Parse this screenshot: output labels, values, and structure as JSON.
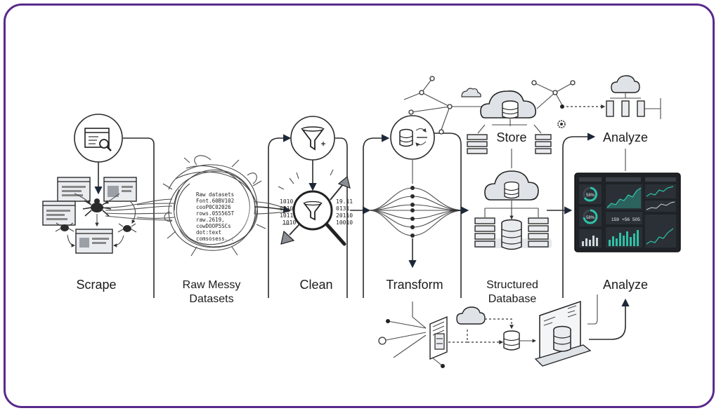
{
  "stages": {
    "scrape": "Scrape",
    "raw_line1": "Raw Messy",
    "raw_line2": "Datasets",
    "clean": "Clean",
    "transform": "Transform",
    "store": "Store",
    "structured_line1": "Structured",
    "structured_line2": "Database",
    "analyze_top": "Analyze",
    "analyze_bottom": "Analyze"
  },
  "raw_text": [
    "Raw datasets",
    "Font.60BV102",
    "cooP0C02026",
    "rows.055565T",
    "raw.2619,",
    "cowDOOP5SCs",
    "dot:text",
    "comsosess..."
  ],
  "clean_binary_left": [
    "1010",
    "0010",
    "1011",
    "1010"
  ],
  "clean_binary_right": [
    "19.11",
    "0131",
    "20110",
    "10010"
  ],
  "dashboard": {
    "gauge1": "58%",
    "gauge2": "58%",
    "stat1": "159",
    "stat2": "+56",
    "stat3": "505"
  },
  "colors": {
    "frame": "#5a2a8c",
    "dashboard_bg": "#1f2327",
    "accent_teal": "#2fc0a8",
    "arrow_dark": "#1c2838"
  },
  "icons": [
    "browser-search-icon",
    "spider-icon",
    "funnel-icon",
    "broom-icon",
    "database-icon",
    "cloud-icon",
    "server-icon",
    "gear-icon",
    "dashboard-icon",
    "monitor-icon"
  ]
}
